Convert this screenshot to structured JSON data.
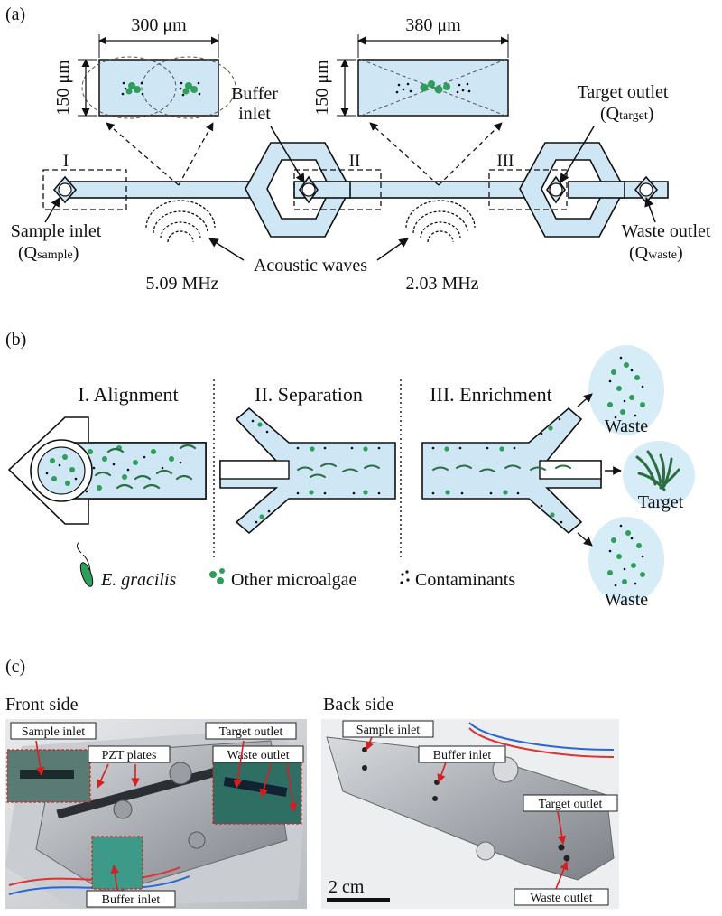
{
  "panel_a": {
    "label": "(a)",
    "dim_width_1": "300 μm",
    "dim_height_1": "150 μm",
    "dim_width_2": "380 μm",
    "dim_height_2": "150 μm",
    "region_1": "I",
    "region_2": "II",
    "region_3": "III",
    "buffer_inlet": [
      "Buffer",
      "inlet"
    ],
    "target_outlet": "Target outlet",
    "target_flow": "(Q",
    "target_flow_sub": "target",
    "sample_inlet": "Sample inlet",
    "sample_flow": "(Q",
    "sample_flow_sub": "sample",
    "waste_outlet": "Waste outlet",
    "waste_flow": "(Q",
    "waste_flow_sub": "waste",
    "acoustic_waves": "Acoustic waves",
    "freq_1": "5.09 MHz",
    "freq_2": "2.03 MHz"
  },
  "panel_b": {
    "label": "(b)",
    "step_1": "I. Alignment",
    "step_2": "II. Separation",
    "step_3": "III. Enrichment",
    "out_waste_top": "Waste",
    "out_target": "Target",
    "out_waste_bottom": "Waste",
    "legend_1": "E. gracilis",
    "legend_2": "Other microalgae",
    "legend_3": "Contaminants"
  },
  "panel_c": {
    "label": "(c)",
    "front_title": "Front side",
    "back_title": "Back side",
    "front_labels": {
      "sample_inlet": "Sample inlet",
      "target_outlet": "Target outlet",
      "pzt_plates": "PZT plates",
      "waste_outlet": "Waste outlet",
      "buffer_inlet": "Buffer inlet"
    },
    "back_labels": {
      "sample_inlet": "Sample inlet",
      "buffer_inlet": "Buffer inlet",
      "target_outlet": "Target outlet",
      "waste_outlet": "Waste outlet"
    },
    "scale_bar": "2 cm"
  },
  "colors": {
    "channel_fill": "#cfe6f4",
    "microalgae": "#2e9e5b",
    "arrow_red": "#d42020"
  }
}
